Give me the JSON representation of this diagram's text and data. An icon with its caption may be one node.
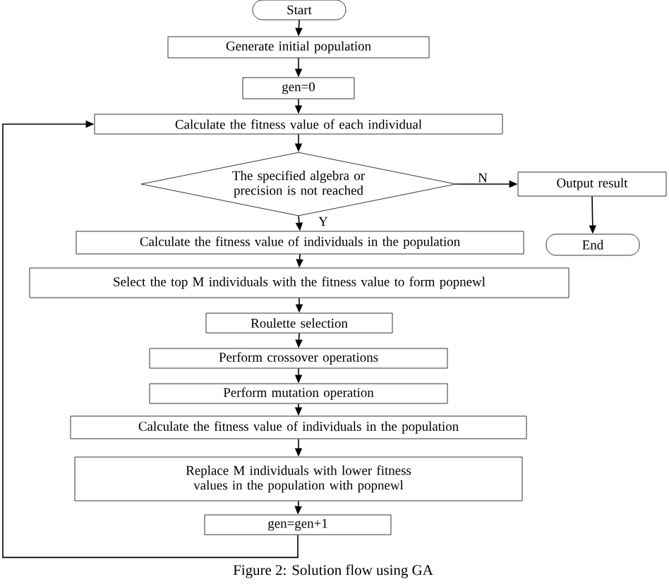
{
  "diagram": {
    "caption": "Figure 2: Solution flow using GA",
    "nodes": [
      {
        "text": [
          "Start"
        ]
      },
      {
        "text": [
          "Generate initial population"
        ]
      },
      {
        "text": [
          "gen=0"
        ]
      },
      {
        "text": [
          "Calculate the fitness value of each individual"
        ]
      },
      {
        "text": [
          "The specified algebra or precision is not reached"
        ]
      },
      {
        "text": [
          "Output result"
        ]
      },
      {
        "text": [
          "End"
        ]
      },
      {
        "text": [
          "Calculate the fitness value of individuals in the population"
        ]
      },
      {
        "text": [
          "Select the top M individuals with the fitness value to form popnewl"
        ]
      },
      {
        "text": [
          "Roulette selection"
        ]
      },
      {
        "text": [
          "Perform crossover operations"
        ]
      },
      {
        "text": [
          "Perform mutation operation"
        ]
      },
      {
        "text": [
          "Calculate the fitness value of individuals in the population"
        ]
      },
      {
        "text": [
          "Replace M individuals with lower fitness values in the population with popnewl"
        ]
      },
      {
        "text": [
          "gen=gen+1"
        ]
      }
    ],
    "edges": [
      {
        "from": 0,
        "to": 1,
        "arrow": "to"
      },
      {
        "from": 1,
        "to": 2,
        "arrow": "to"
      },
      {
        "from": 2,
        "to": 3,
        "arrow": "to"
      },
      {
        "from": 3,
        "to": 4,
        "arrow": "to"
      },
      {
        "from": 4,
        "to": 5,
        "arrow": "to",
        "label": "N"
      },
      {
        "from": 5,
        "to": 6,
        "arrow": "to"
      },
      {
        "from": 4,
        "to": 7,
        "arrow": "to",
        "label": "Y"
      },
      {
        "from": 7,
        "to": 8,
        "arrow": "to"
      },
      {
        "from": 8,
        "to": 9,
        "arrow": "to"
      },
      {
        "from": 9,
        "to": 10,
        "arrow": "to"
      },
      {
        "from": 10,
        "to": 11,
        "arrow": "to"
      },
      {
        "from": 11,
        "to": 12,
        "arrow": "to"
      },
      {
        "from": 12,
        "to": 13,
        "arrow": "to"
      },
      {
        "from": 13,
        "to": 14,
        "arrow": "to"
      },
      {
        "from": 14,
        "to": 3,
        "arrow": "to"
      }
    ]
  }
}
